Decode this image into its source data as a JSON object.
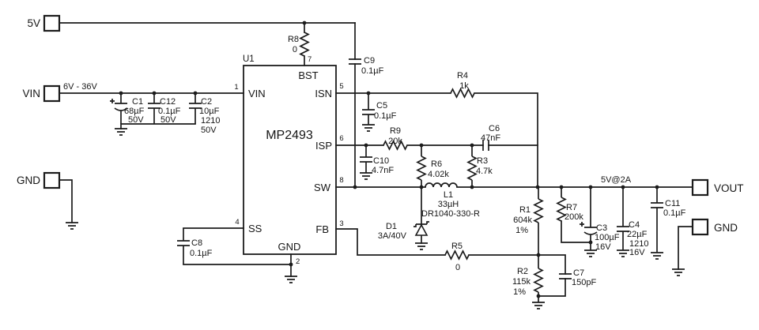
{
  "colors": {
    "stroke": "#1c1c1c",
    "background": "#ffffff"
  },
  "terminals": {
    "p5v": "5V",
    "vin": "VIN",
    "vin_range": "6V - 36V",
    "gnd_in": "GND",
    "vout": "VOUT",
    "vout_net": "5V@2A",
    "gnd_out": "GND"
  },
  "ic": {
    "ref": "U1",
    "part": "MP2493",
    "pins": {
      "vin": {
        "num": "1",
        "name": "VIN"
      },
      "bst": {
        "num": "7",
        "name": "BST"
      },
      "isn": {
        "num": "5",
        "name": "ISN"
      },
      "isp": {
        "num": "6",
        "name": "ISP"
      },
      "sw": {
        "num": "8",
        "name": "SW"
      },
      "fb": {
        "num": "3",
        "name": "FB"
      },
      "ss": {
        "num": "4",
        "name": "SS"
      },
      "gnd": {
        "num": "2",
        "name": "GND"
      }
    }
  },
  "components": {
    "C1": {
      "ref": "C1",
      "v1": "68µF",
      "v2": "50V"
    },
    "C12": {
      "ref": "C12",
      "v1": "0.1µF",
      "v2": "50V"
    },
    "C2": {
      "ref": "C2",
      "v1": "10µF",
      "v2": "1210",
      "v3": "50V"
    },
    "R8": {
      "ref": "R8",
      "v1": "0"
    },
    "C9": {
      "ref": "C9",
      "v1": "0.1µF"
    },
    "C5": {
      "ref": "C5",
      "v1": "0.1µF"
    },
    "R4": {
      "ref": "R4",
      "v1": "1k"
    },
    "R9": {
      "ref": "R9",
      "v1": "20k"
    },
    "C10": {
      "ref": "C10",
      "v1": "4.7nF"
    },
    "R6": {
      "ref": "R6",
      "v1": "4.02k"
    },
    "R3": {
      "ref": "R3",
      "v1": "4.7k"
    },
    "C6": {
      "ref": "C6",
      "v1": "47nF"
    },
    "L1": {
      "ref": "L1",
      "v1": "33µH",
      "v2": "DR1040-330-R"
    },
    "D1": {
      "ref": "D1",
      "v1": "3A/40V"
    },
    "C8": {
      "ref": "C8",
      "v1": "0.1µF"
    },
    "R5": {
      "ref": "R5",
      "v1": "0"
    },
    "R1": {
      "ref": "R1",
      "v1": "604k",
      "v2": "1%"
    },
    "R2": {
      "ref": "R2",
      "v1": "115k",
      "v2": "1%"
    },
    "C7": {
      "ref": "C7",
      "v1": "150pF"
    },
    "R7": {
      "ref": "R7",
      "v1": "200k"
    },
    "C3": {
      "ref": "C3",
      "v1": "100µF",
      "v2": "16V"
    },
    "C4": {
      "ref": "C4",
      "v1": "22µF",
      "v2": "1210",
      "v3": "16V"
    },
    "C11": {
      "ref": "C11",
      "v1": "0.1µF"
    }
  }
}
